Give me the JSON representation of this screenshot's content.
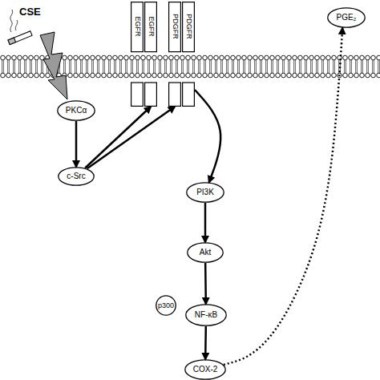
{
  "diagram": {
    "nodes": [
      {
        "text": [
          "EGFR"
        ]
      },
      {
        "text": [
          "EGFR"
        ]
      },
      {
        "text": [
          "PDGFR"
        ]
      },
      {
        "text": [
          "PDGFR"
        ]
      },
      {
        "text": [
          "PGE₂"
        ]
      },
      {
        "text": [
          "PKCα"
        ]
      },
      {
        "text": [
          "c-Src"
        ]
      },
      {
        "text": [
          "PI3K"
        ]
      },
      {
        "text": [
          "Akt"
        ]
      },
      {
        "text": [
          "p300"
        ]
      },
      {
        "text": [
          "NF-κB"
        ]
      },
      {
        "text": [
          "COX-2"
        ]
      }
    ],
    "edges": [
      {
        "from": 5,
        "to": 6,
        "arrow": "to"
      },
      {
        "from": 6,
        "to": 1,
        "arrow": "to"
      },
      {
        "from": 6,
        "to": 2,
        "arrow": "to"
      },
      {
        "from": 3,
        "to": 7,
        "arrow": "to"
      },
      {
        "from": 7,
        "to": 8,
        "arrow": "to"
      },
      {
        "from": 8,
        "to": 10,
        "arrow": "to"
      },
      {
        "from": 10,
        "to": 11,
        "arrow": "to"
      },
      {
        "from": 11,
        "to": 4,
        "arrow": "to"
      }
    ],
    "labels": [
      "CSE"
    ]
  }
}
